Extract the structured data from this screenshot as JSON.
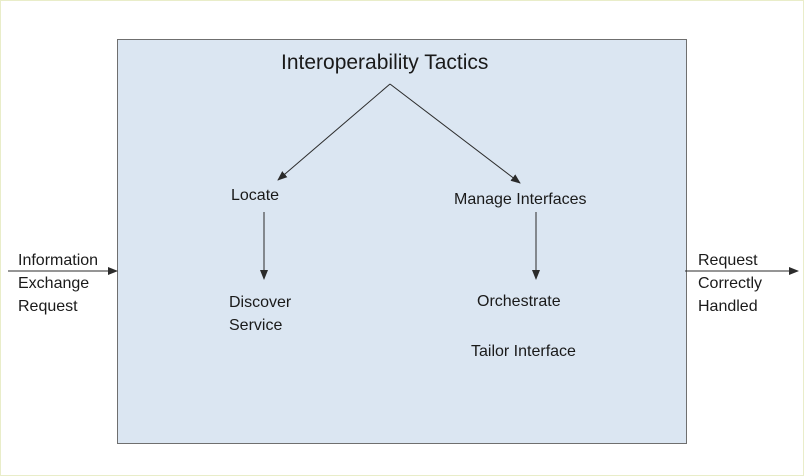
{
  "diagram": {
    "title": "Interoperability Tactics",
    "branches": [
      {
        "name": "Locate",
        "tactics": [
          "Discover",
          "Service"
        ]
      },
      {
        "name": "Manage Interfaces",
        "tactics": [
          "Orchestrate",
          "Tailor Interface"
        ]
      }
    ],
    "stimulus": [
      "Information",
      "Exchange",
      "Request"
    ],
    "response": [
      "Request",
      "Correctly",
      "Handled"
    ]
  },
  "colors": {
    "panel_fill": "#dbe6f2",
    "panel_border": "#6f6f6f",
    "line": "#2b2b2b",
    "text": "#1a1a1a"
  }
}
